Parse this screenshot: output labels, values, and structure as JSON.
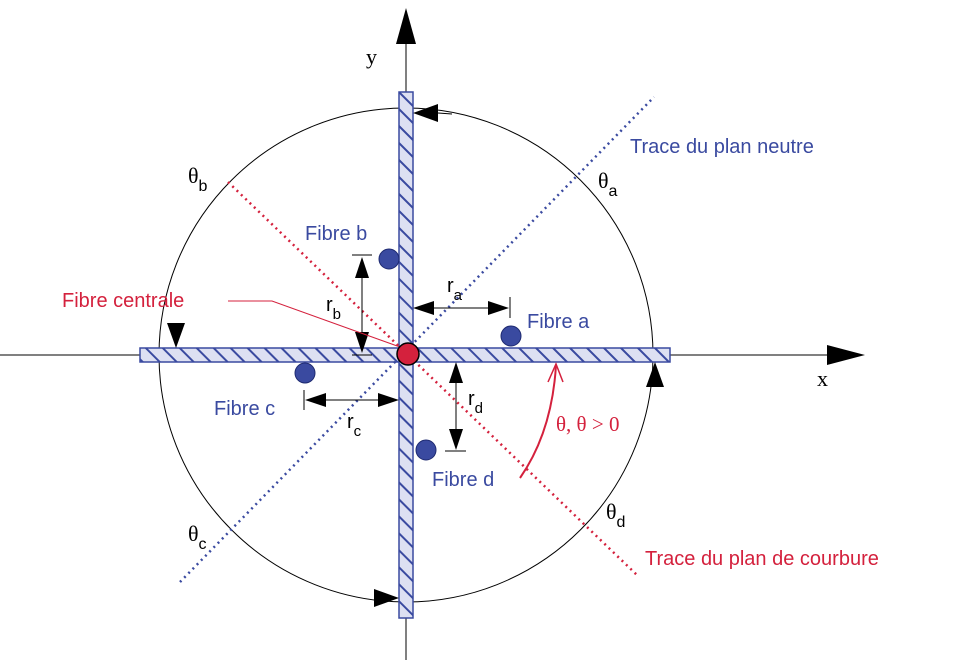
{
  "axes": {
    "x_label": "x",
    "y_label": "y"
  },
  "angles": {
    "theta": "θ",
    "a": "a",
    "b": "b",
    "c": "c",
    "d": "d"
  },
  "fibres": {
    "a": "Fibre a",
    "b": "Fibre b",
    "c": "Fibre c",
    "d": "Fibre d",
    "central": "Fibre centrale"
  },
  "distances": {
    "r": "r",
    "a": "a",
    "b": "b",
    "c": "c",
    "d": "d"
  },
  "planes": {
    "neutral": "Trace du plan neutre",
    "bending": "Trace du plan de courbure"
  },
  "angle_label": "θ, θ > 0",
  "colors": {
    "blue": "#3a4aa0",
    "red": "#d4213d",
    "black": "#000000",
    "hatch_fill": "#dde0f2"
  }
}
